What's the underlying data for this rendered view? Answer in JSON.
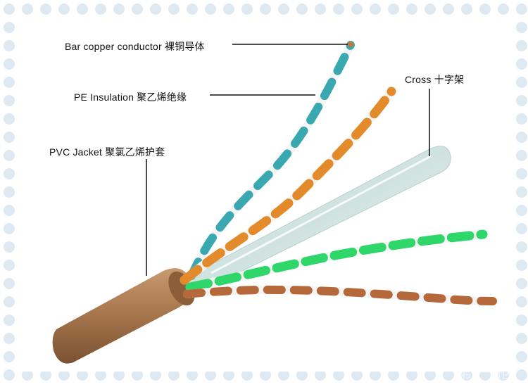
{
  "labels": {
    "conductor": "Bar copper conductor 裸铜导体",
    "insulation": "PE Insulation 聚乙烯绝缘",
    "jacket": "PVC Jacket 聚氯乙烯护套",
    "cross": "Cross  十字架"
  },
  "watermark": "第一枪",
  "colors": {
    "background": "#dfe9f2",
    "panel": "#ffffff",
    "jacket": "#a9784e",
    "blue_pair": "#3aa8b0",
    "orange_pair": "#e38a2a",
    "green_pair": "#2fd66a",
    "brown_pair": "#b5683a",
    "white_stripe": "#f4f4f4",
    "cross_filler": "#d8e8e6",
    "leader_line": "#111111"
  }
}
